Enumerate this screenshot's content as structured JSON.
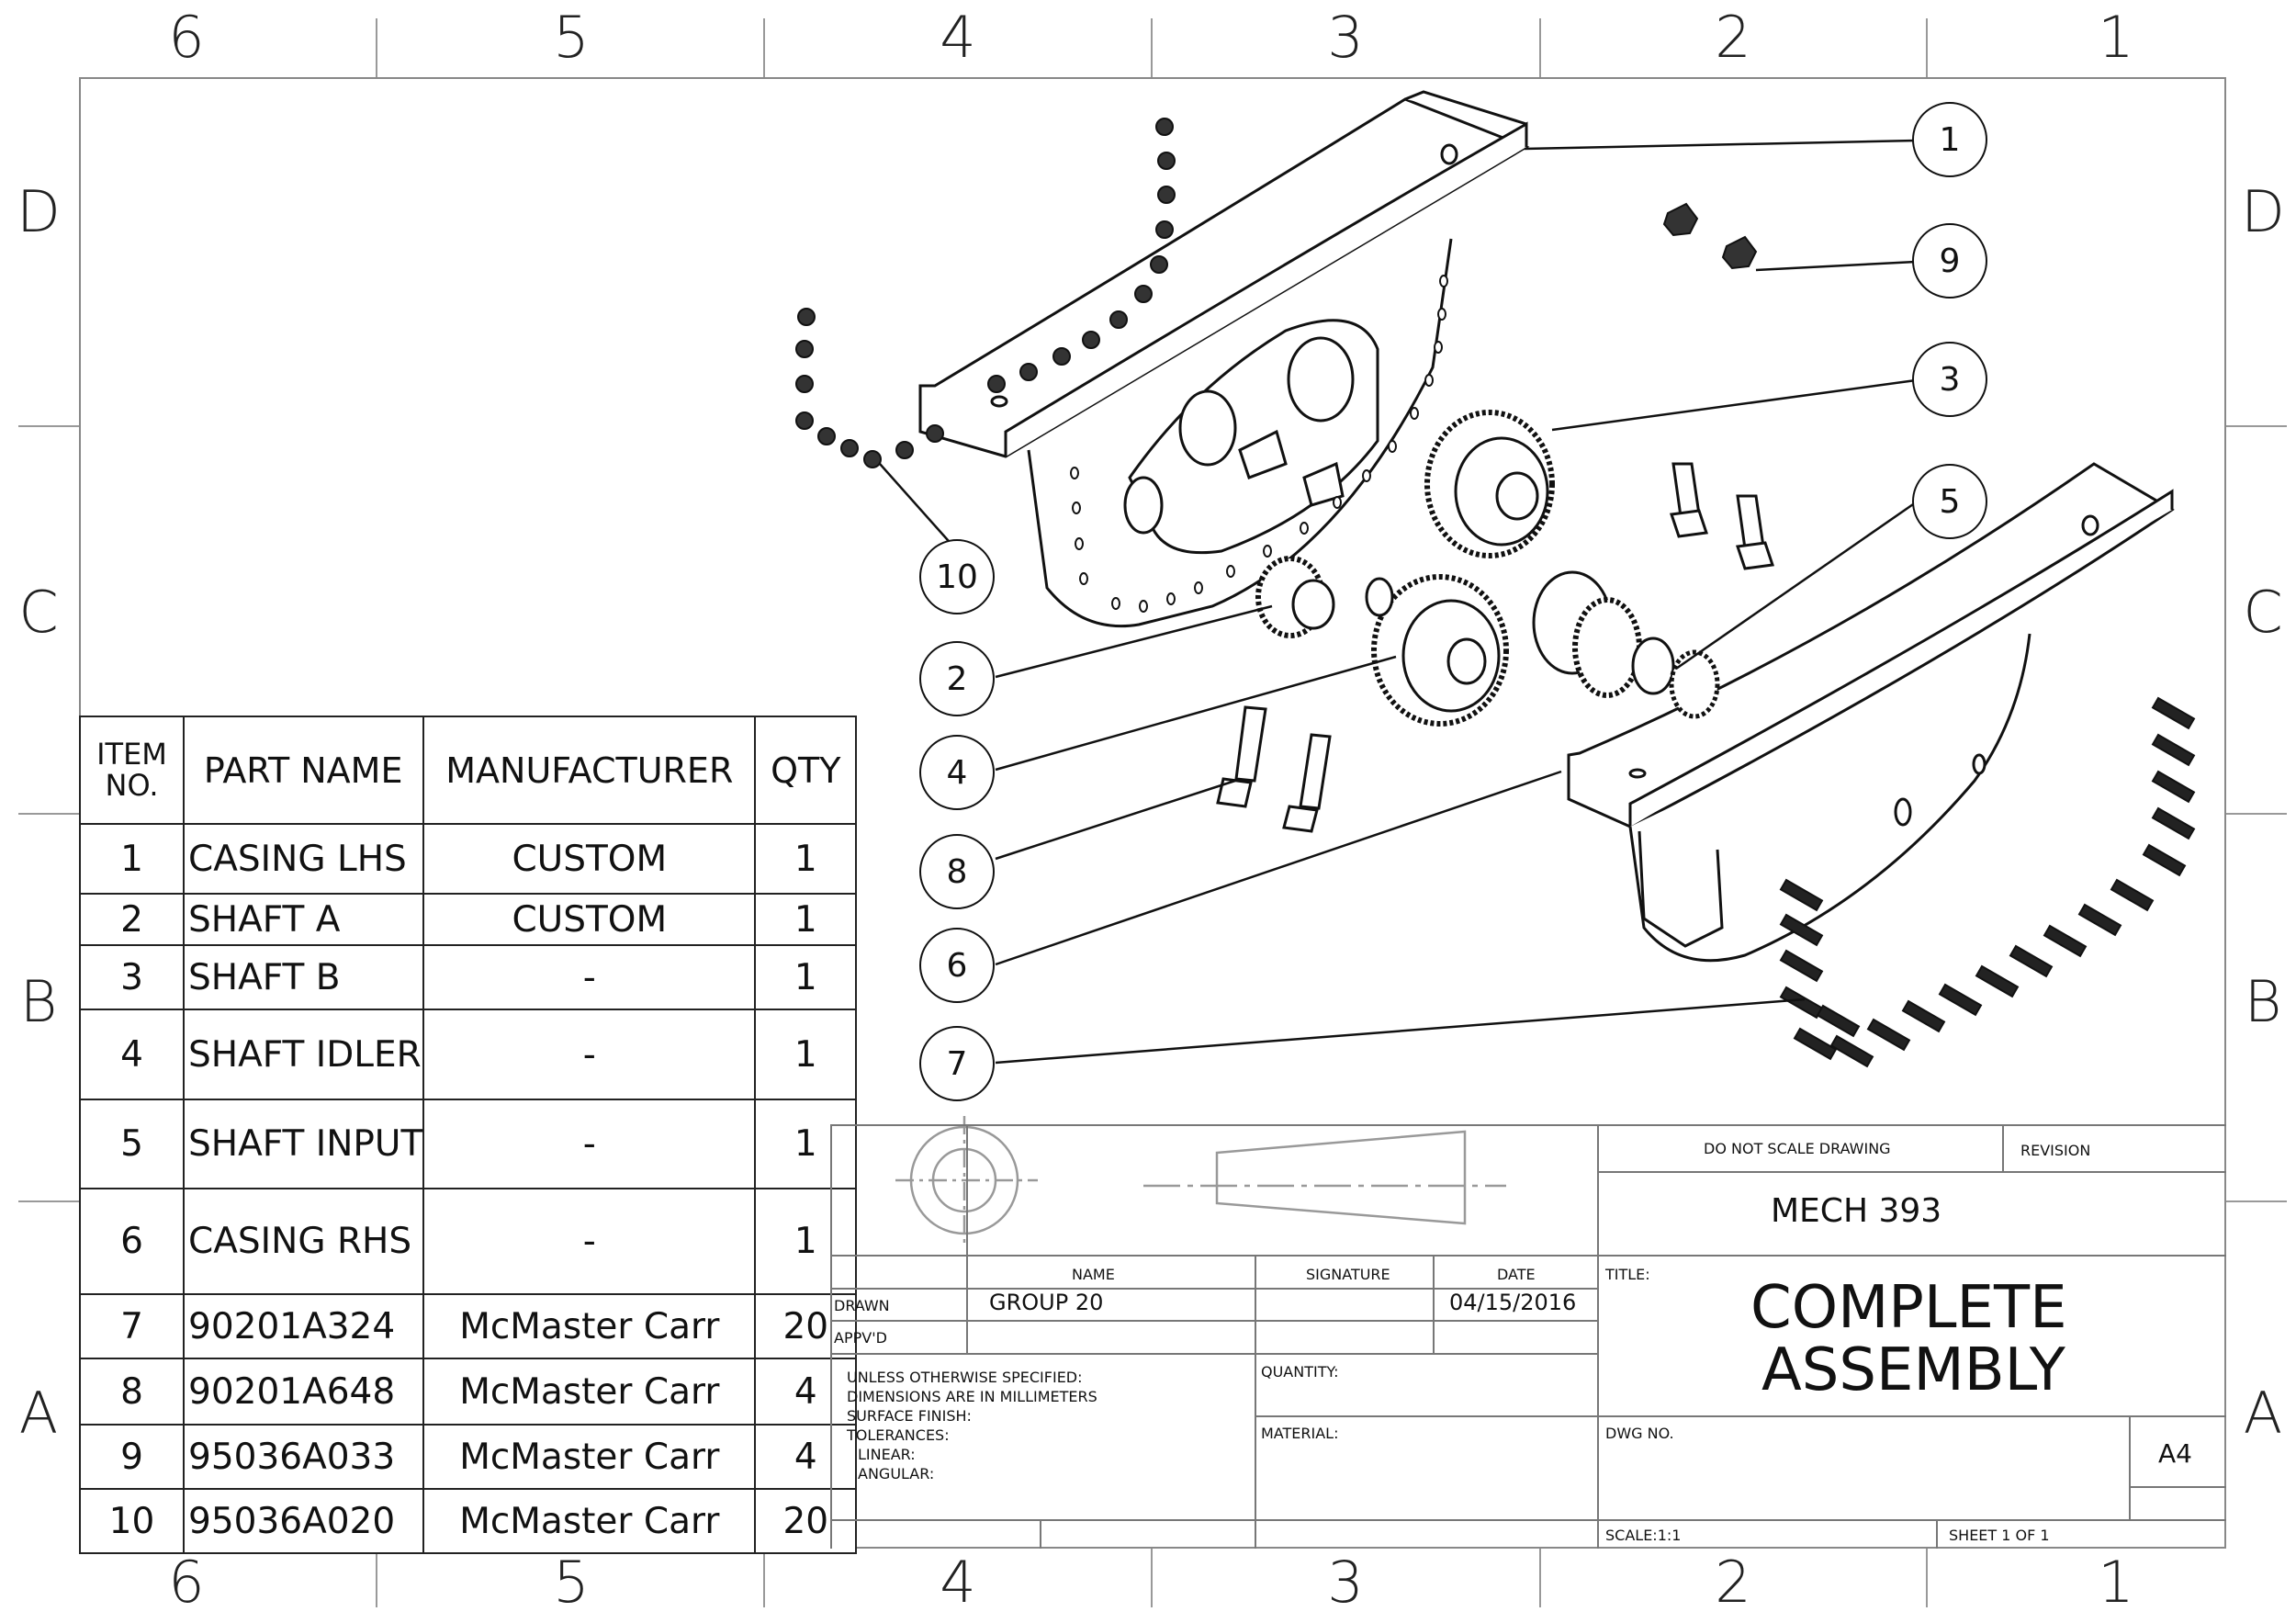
{
  "zones": {
    "columns": [
      "6",
      "5",
      "4",
      "3",
      "2",
      "1"
    ],
    "rows": [
      "D",
      "C",
      "B",
      "A"
    ]
  },
  "bom": {
    "headers": {
      "item_no": "ITEM NO.",
      "part_name": "PART NAME",
      "manufacturer": "MANUFACTURER",
      "qty": "QTY"
    },
    "rows": [
      {
        "item": "1",
        "part": "CASING LHS",
        "mfr": "CUSTOM",
        "qty": "1"
      },
      {
        "item": "2",
        "part": "SHAFT A",
        "mfr": "CUSTOM",
        "qty": "1"
      },
      {
        "item": "3",
        "part": "SHAFT B",
        "mfr": "-",
        "qty": "1"
      },
      {
        "item": "4",
        "part": "SHAFT IDLER",
        "mfr": "-",
        "qty": "1"
      },
      {
        "item": "5",
        "part": "SHAFT INPUT",
        "mfr": "-",
        "qty": "1"
      },
      {
        "item": "6",
        "part": "CASING RHS",
        "mfr": "-",
        "qty": "1"
      },
      {
        "item": "7",
        "part": "90201A324",
        "mfr": "McMaster Carr",
        "qty": "20"
      },
      {
        "item": "8",
        "part": "90201A648",
        "mfr": "McMaster Carr",
        "qty": "4"
      },
      {
        "item": "9",
        "part": "95036A033",
        "mfr": "McMaster Carr",
        "qty": "4"
      },
      {
        "item": "10",
        "part": "95036A020",
        "mfr": "McMaster Carr",
        "qty": "20"
      }
    ]
  },
  "balloons": [
    "1",
    "9",
    "3",
    "5",
    "10",
    "2",
    "4",
    "8",
    "6",
    "7"
  ],
  "title_block": {
    "do_not_scale": "DO NOT SCALE DRAWING",
    "revision_label": "REVISION",
    "course": "MECH 393",
    "name_label": "NAME",
    "signature_label": "SIGNATURE",
    "date_label": "DATE",
    "drawn_label": "DRAWN",
    "drawn_name": "GROUP 20",
    "drawn_date": "04/15/2016",
    "appvd_label": "APPV'D",
    "title_label": "TITLE:",
    "title_line1": "COMPLETE",
    "title_line2": "ASSEMBLY",
    "notes": {
      "line1": "UNLESS OTHERWISE SPECIFIED:",
      "line2": "DIMENSIONS ARE IN MILLIMETERS",
      "line3": "SURFACE FINISH:",
      "line4": "TOLERANCES:",
      "line5": "LINEAR:",
      "line6": "ANGULAR:"
    },
    "quantity_label": "QUANTITY:",
    "material_label": "MATERIAL:",
    "dwg_no_label": "DWG NO.",
    "size": "A4",
    "scale": "SCALE:1:1",
    "sheet": "SHEET 1 OF 1"
  }
}
